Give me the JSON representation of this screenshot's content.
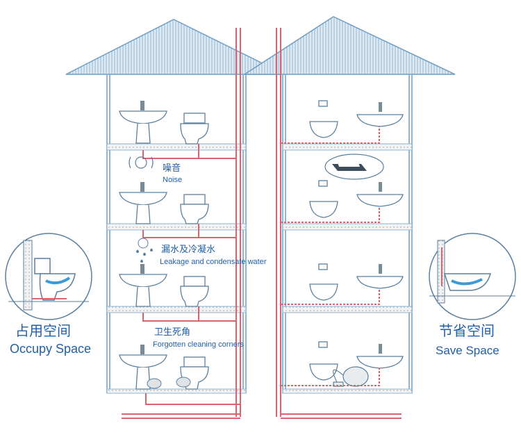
{
  "colors": {
    "structure": "#8fb6d4",
    "structure_dark": "#6f9ec4",
    "pipe": "#e0606e",
    "roof_fill": "#dfeaf3",
    "floor_fill": "#eeeeee",
    "text": "#1f5fa8"
  },
  "left_building": {
    "floor_annotations": [
      {
        "cn": "噪音",
        "en": "Noise"
      },
      {
        "cn": "漏水及冷凝水",
        "en": "Leakage and condensate water"
      },
      {
        "cn": "卫生死角",
        "en": "Forgotten cleaning corners"
      }
    ],
    "icons": [
      "noise-sound-icon",
      "water-drops-icon",
      "dirt-corner-icon"
    ]
  },
  "left_callout": {
    "cn": "占用空间",
    "en": "Occupy Space",
    "icon": "floor-mounted-toilet-icon"
  },
  "right_callout": {
    "cn": "节省空间",
    "en": "Save Space",
    "icon": "wall-hung-toilet-icon"
  },
  "right_building": {
    "extras": [
      "flush-plate-icon",
      "cleaning-sponge-icon",
      "vacuum-cleaner-icon"
    ]
  }
}
